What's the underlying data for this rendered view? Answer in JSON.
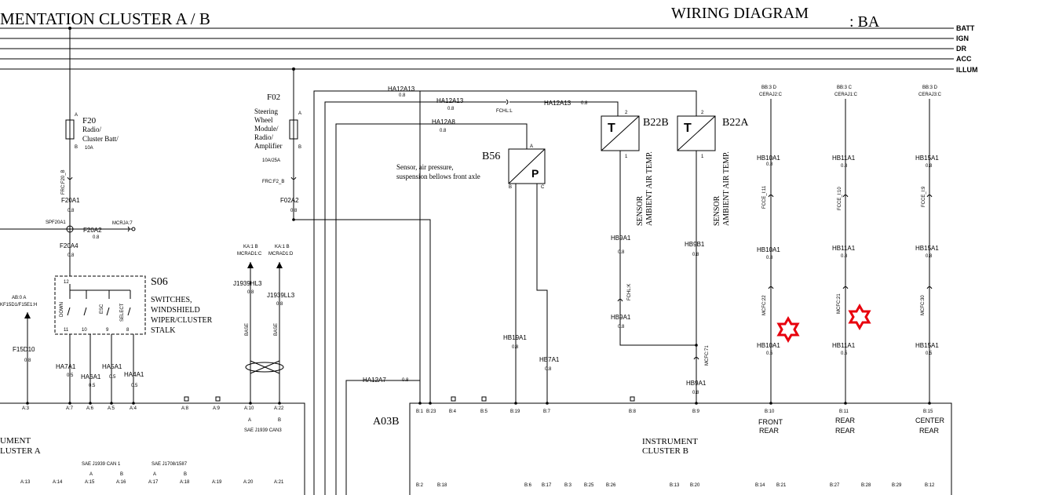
{
  "header": {
    "title_left": "MENTATION CLUSTER  A / B",
    "title_right": "WIRING DIAGRAM",
    "title_code": ":  BA"
  },
  "bus_labels": [
    "BATT",
    "IGN",
    "DR",
    "ACC",
    "ILLUM"
  ],
  "fuses": {
    "f20": {
      "name": "F20",
      "desc1": "Radio/",
      "desc2": "Cluster Batt/",
      "rating": "10A",
      "pin_a": "A",
      "pin_b": "B",
      "conn": "FRC:F20_B"
    },
    "f02": {
      "name": "F02",
      "desc1": "Steering",
      "desc2": "Wheel",
      "desc3": "Module/",
      "desc4": "Radio/",
      "desc5": "Amplifier",
      "rating": "10A/25A",
      "pin_a": "A",
      "pin_b": "B",
      "conn": "FRC:F2_B"
    }
  },
  "wires": {
    "f20a1": "F20A1",
    "f20a2": "F20A2",
    "f20a4": "F20A4",
    "spf": "SPF20A1",
    "mcrja": "MCRJA:7",
    "f02a2": "F02A2",
    "ha12a13": "HA12A13",
    "ha12a8": "HA12A8",
    "ha12a7": "HA12A7",
    "fchl": "FCHL:L",
    "hb9a1": "HB9A1",
    "hb9b1": "HB9B1",
    "fchlk": "FCHL:K",
    "mcfc71": "MCFC:71",
    "hb19a1": "HB19A1",
    "hb7a1": "HB7A1",
    "hb10a1": "HB10A1",
    "hb11a1": "HB11A1",
    "hb15a1": "HB15A1",
    "fcce111": "FCCE_I:11",
    "fcce110": "FCCE_I:10",
    "fcce19": "FCCE_I:9",
    "mcfc22": "MCFC:22",
    "mcfc21": "MCFC:21",
    "mcfc30": "MCFC:30",
    "j1939hl3": "J1939HL3",
    "j1939ll3": "J1939LL3",
    "ka1b": "KA:1 B",
    "mcrad1c": "MCRAD1:C",
    "mcrad1d": "MCRAD1:D",
    "base": "BASE",
    "ha7a1": "HA7A1",
    "ha6a1": "HA6A1",
    "ha5a1": "HA5A1",
    "ha4a1": "HA4A1",
    "f15d10": "F15D10",
    "ab0a": "AB:0 A",
    "kf15": "KF15D1/F15E1:H",
    "bb3d": "BB:3 D",
    "bb3c": "BB:3 C",
    "ceraj2c": "CERAJ2:C",
    "ceraj1c": "CERAJ1:C",
    "ceraj3c": "CERAJ3:C",
    "g08": "0.8",
    "g05": "0.5"
  },
  "components": {
    "s06": {
      "name": "S06",
      "d1": "SWITCHES,",
      "d2": "WINDSHIELD",
      "d3": "WIPER/CLUSTER",
      "d4": "STALK",
      "p12": "12",
      "p11": "11",
      "p10": "10",
      "p9": "9",
      "p8": "8",
      "down": "DOWN",
      "esc": "ESC",
      "select": "SELECT"
    },
    "b56": {
      "name": "B56",
      "d1": "Sensor, air pressure,",
      "d2": "suspension bellows front axle",
      "symbol": "P",
      "pa": "A",
      "pb": "B",
      "pc": "C"
    },
    "b22b": {
      "name": "B22B",
      "symbol": "T",
      "p2": "2",
      "p1": "1",
      "d1": "SENSOR",
      "d2": "AMBIENT AIR TEMP."
    },
    "b22a": {
      "name": "B22A",
      "symbol": "T",
      "p2": "2",
      "p1": "1",
      "d1": "SENSOR",
      "d2": "AMBIENT AIR TEMP."
    }
  },
  "cluster_a": {
    "name1": "UMENT",
    "name2": "LUSTER A",
    "top_pins": [
      "A:3",
      "A:7",
      "A:6",
      "A:5",
      "A:4",
      "A:8",
      "A:9",
      "A:10",
      "A:22"
    ],
    "bottom_pins": [
      "A:13",
      "A:14",
      "A:15",
      "A:16",
      "A:17",
      "A:18",
      "A:19",
      "A:20",
      "A:21"
    ],
    "can1": "SAE J1939 CAN 1",
    "j1708": "SAE J1708/1587",
    "can3": "SAE J1939 CAN3",
    "pin_a": "A",
    "pin_b": "B"
  },
  "cluster_b": {
    "ref": "A03B",
    "name1": "INSTRUMENT",
    "name2": "CLUSTER B",
    "top_pins": [
      "B:1",
      "B:23",
      "B:4",
      "B:5",
      "B:19",
      "B:7",
      "B:8",
      "B:9",
      "B:10",
      "B:11",
      "B:15"
    ],
    "bottom_pins": [
      "B:2",
      "B:18",
      "B:6",
      "B:17",
      "B:3",
      "B:25",
      "B:26",
      "B:13",
      "B:20",
      "B:14",
      "B:21",
      "B:27",
      "B:28",
      "B:29",
      "B:12"
    ],
    "front": "FRONT",
    "rear": "REAR",
    "center": "CENTER"
  },
  "colors": {
    "wire": "#000000",
    "marker": "#e8000d"
  }
}
